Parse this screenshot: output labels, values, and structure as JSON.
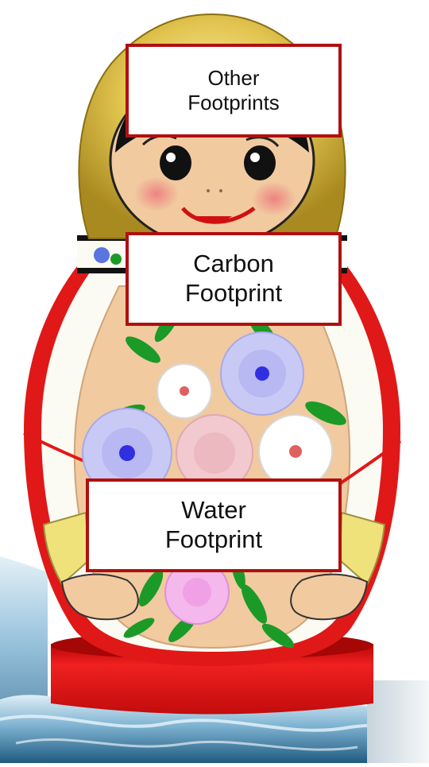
{
  "labels": {
    "other": [
      "Other",
      "Footprints"
    ],
    "carbon": [
      "Carbon",
      "Footprint"
    ],
    "water": [
      "Water",
      "Footprint"
    ]
  },
  "colors": {
    "label_border": "#b01010",
    "doll_red": "#e01818",
    "doll_red_dark": "#a80808",
    "headscarf_gold": "#d6b640",
    "skin": "#f1caa0",
    "apron_white": "#fbfaf3",
    "sleeve_yellow": "#efe27a",
    "leaf_green": "#1c9a28",
    "flower_blue": "#c9c9f6",
    "flower_pink": "#f1c9cf",
    "cheek": "#f08a8a",
    "water_blue": "#2f6f98"
  },
  "icons": {
    "figure": "matryoshka-doll",
    "background": "water-splash",
    "decoration": "flower-bouquet"
  }
}
